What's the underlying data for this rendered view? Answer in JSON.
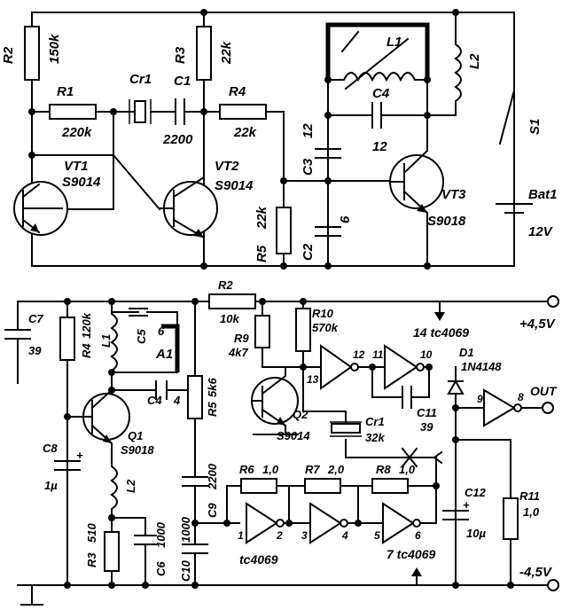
{
  "top": {
    "r2": {
      "ref": "R2",
      "val": "150k"
    },
    "r1": {
      "ref": "R1",
      "val": "220k"
    },
    "cr1": {
      "ref": "Cr1"
    },
    "c1": {
      "ref": "C1",
      "val": "2200"
    },
    "r3": {
      "ref": "R3",
      "val": "22k"
    },
    "r4": {
      "ref": "R4",
      "val": "22k"
    },
    "vt1": {
      "ref": "VT1",
      "part": "S9014"
    },
    "vt2": {
      "ref": "VT2",
      "part": "S9014"
    },
    "vt3": {
      "ref": "VT3",
      "part": "S9018"
    },
    "r5": {
      "ref": "R5",
      "val": "22k"
    },
    "c2": {
      "ref": "C2",
      "val": "6"
    },
    "c3": {
      "ref": "C3",
      "val": "12"
    },
    "c4": {
      "ref": "C4",
      "val": "12"
    },
    "l1": {
      "ref": "L1"
    },
    "l2": {
      "ref": "L2"
    },
    "s1": {
      "ref": "S1"
    },
    "bat": {
      "ref": "Bat1",
      "val": "12V"
    }
  },
  "bottom": {
    "c7": {
      "ref": "C7",
      "val": "39"
    },
    "r4": {
      "ref": "R4",
      "val": "120k"
    },
    "l1": {
      "ref": "L1"
    },
    "c5": {
      "ref": "C5",
      "val": "6"
    },
    "a1": {
      "ref": "A1"
    },
    "c4": {
      "ref": "C4",
      "val": "4"
    },
    "q1": {
      "ref": "Q1",
      "part": "S9018"
    },
    "c8": {
      "ref": "C8",
      "val": "1µ"
    },
    "l2": {
      "ref": "L2"
    },
    "r3": {
      "ref": "R3",
      "val": "510"
    },
    "c6": {
      "ref": "C6",
      "val": "1000"
    },
    "r5": {
      "ref": "R5",
      "val": "5k6"
    },
    "c9": {
      "ref": "C9",
      "val": "2200"
    },
    "c10": {
      "ref": "C10",
      "val": "1000"
    },
    "r2": {
      "ref": "R2",
      "val": "10k"
    },
    "r9": {
      "ref": "R9",
      "val": "4k7"
    },
    "r10": {
      "ref": "R10",
      "val": "570k"
    },
    "q2": {
      "ref": "Q2",
      "part": "S9014"
    },
    "cr1": {
      "ref": "Cr1",
      "val": "32k"
    },
    "c11": {
      "ref": "C11",
      "val": "39"
    },
    "d1": {
      "ref": "D1",
      "part": "1N4148"
    },
    "out": "OUT",
    "r6": {
      "ref": "R6",
      "val": "1,0"
    },
    "r7": {
      "ref": "R7",
      "val": "2,0"
    },
    "r8": {
      "ref": "R8",
      "val": "1,0"
    },
    "c12": {
      "ref": "C12",
      "val": "10µ"
    },
    "r11": {
      "ref": "R11",
      "val": "1,0"
    },
    "ic_bottom": "tc4069",
    "ic_top_note": "14 tc4069",
    "ic_gnd_note": "7 tc4069",
    "vplus": "+4,5V",
    "vminus": "-4,5V",
    "pins": {
      "p1": "1",
      "p2": "2",
      "p3": "3",
      "p4": "4",
      "p5": "5",
      "p6": "6",
      "p8": "8",
      "p9": "9",
      "p10": "10",
      "p11": "11",
      "p12": "12",
      "p13": "13"
    }
  }
}
